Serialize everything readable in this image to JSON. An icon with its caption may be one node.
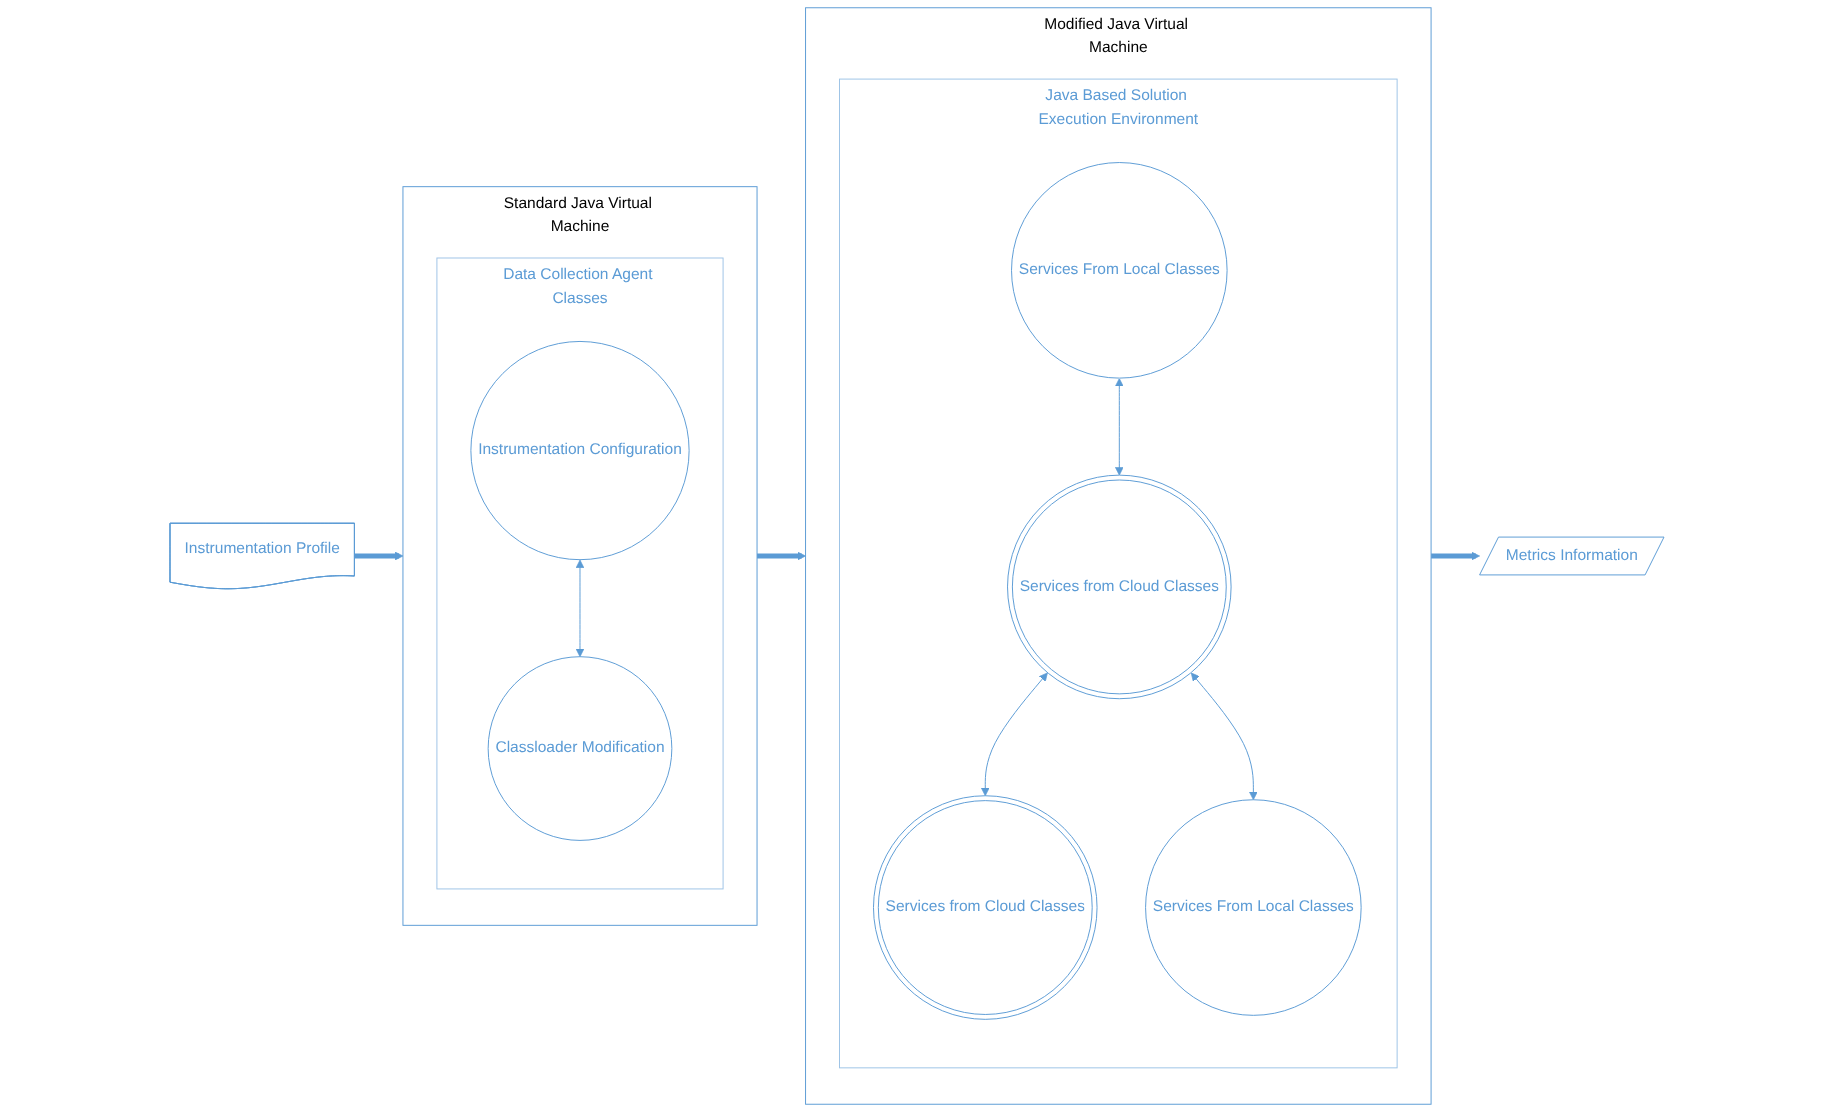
{
  "diagram": {
    "nodes": [
      {
        "text": [
          "Standard Java Virtual Machine"
        ]
      },
      {
        "text": [
          "Data Collection Agent Classes"
        ],
        "in": 0
      },
      {
        "text": [
          "Classloader Modification"
        ],
        "in": 1
      },
      {
        "text": [
          "Instrumentation Configuration"
        ],
        "in": 1
      },
      {
        "text": [
          "Modified Java Virtual Machine"
        ]
      },
      {
        "text": [
          "Java Based Solution Execution Environment"
        ],
        "in": 4
      },
      {
        "text": [
          "Services From Local Classes"
        ],
        "in": 5
      },
      {
        "text": [
          "Services from Cloud Classes"
        ],
        "in": 5
      },
      {
        "text": [
          "Services from Cloud Classes"
        ],
        "in": 5
      },
      {
        "text": [
          "Services From Local Classes"
        ],
        "in": 5
      },
      {
        "text": [
          "Instrumentation Profile"
        ]
      },
      {
        "text": [
          "Metrics Information"
        ]
      }
    ],
    "edges": [
      {
        "from": 3,
        "to": 2,
        "arrow": "both"
      },
      {
        "from": 6,
        "to": 7,
        "arrow": "both"
      },
      {
        "from": 7,
        "to": 8,
        "arrow": "both"
      },
      {
        "from": 7,
        "to": 9,
        "arrow": "both"
      },
      {
        "from": 0,
        "to": 4,
        "arrow": "to",
        "style": "thick"
      },
      {
        "from": 10,
        "to": 0,
        "arrow": "to",
        "style": "thick"
      },
      {
        "from": 4,
        "to": 11,
        "arrow": "to",
        "style": "thick"
      }
    ]
  }
}
